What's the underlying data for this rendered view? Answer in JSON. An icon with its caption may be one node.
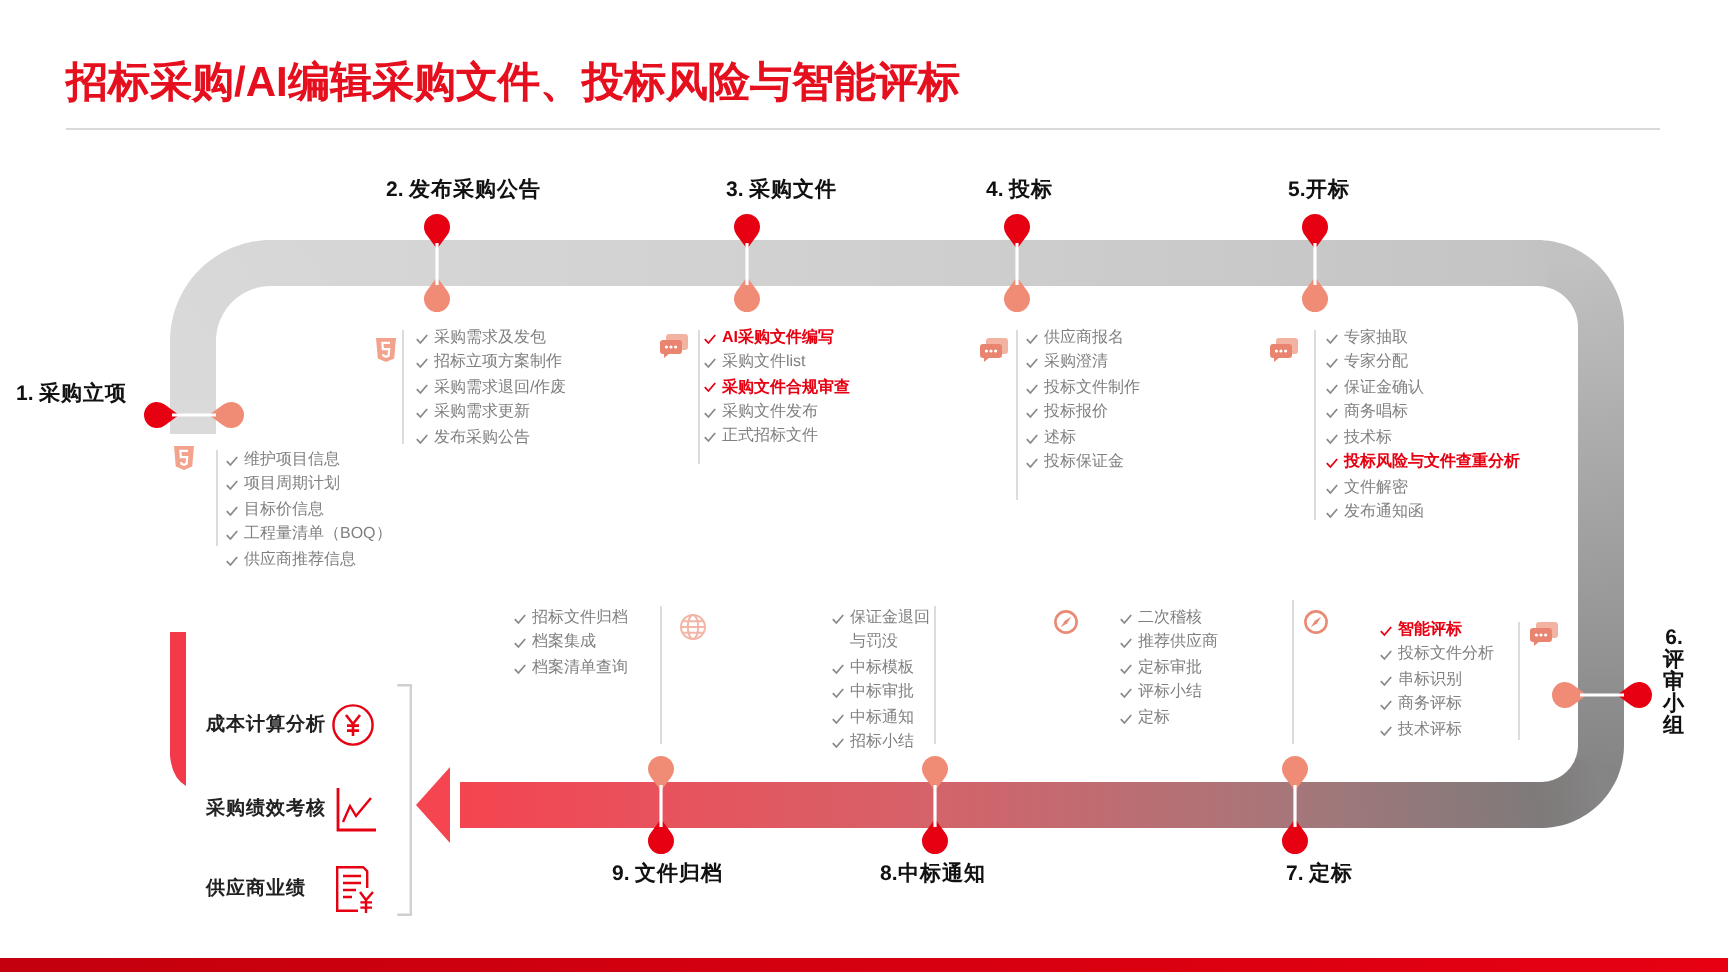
{
  "diagram": {
    "title": "招标采购/AI编辑采购文件、投标风险与智能评标",
    "nodes": [
      {
        "text": [
          "1. 采购立项",
          "维护项目信息",
          "项目周期计划",
          "目标价信息",
          "工程量清单（BOQ）",
          "供应商推荐信息"
        ]
      },
      {
        "text": [
          "2. 发布采购公告",
          "采购需求及发包",
          "招标立项方案制作",
          "采购需求退回/作废",
          "采购需求更新",
          "发布采购公告"
        ]
      },
      {
        "text": [
          "3. 采购文件",
          "AI采购文件编写",
          "采购文件list",
          "采购文件合规审查",
          "采购文件发布",
          "正式招标文件"
        ]
      },
      {
        "text": [
          "4. 投标",
          "供应商报名",
          "采购澄清",
          "投标文件制作",
          "投标报价",
          "述标",
          "投标保证金"
        ]
      },
      {
        "text": [
          "5.开标",
          "专家抽取",
          "专家分配",
          "保证金确认",
          "商务唱标",
          "技术标",
          "投标风险与文件查重分析",
          "文件解密",
          "发布通知函"
        ]
      },
      {
        "text": [
          "智能评标",
          "投标文件分析",
          "串标识别",
          "商务评标",
          "技术评标",
          "6.评审小组"
        ]
      },
      {
        "text": [
          "二次稽核",
          "推荐供应商",
          "定标审批",
          "评标小结",
          "定标",
          "7. 定标"
        ]
      },
      {
        "text": [
          "保证金退回与罚没",
          "中标模板",
          "中标审批",
          "中标通知",
          "招标小结",
          "8.中标通知"
        ]
      },
      {
        "text": [
          "招标文件归档",
          "档案集成",
          "档案清单查询",
          "9. 文件归档"
        ]
      },
      {
        "text": [],
        "shape": "bracket"
      },
      {
        "text": [
          "成本计算分析"
        ],
        "in": 9
      },
      {
        "text": [
          "采购绩效考核"
        ],
        "in": 9
      },
      {
        "text": [
          "供应商业绩"
        ],
        "in": 9
      }
    ],
    "edges": [
      {
        "from": 0,
        "to": 1,
        "arrow": "none"
      },
      {
        "from": 1,
        "to": 2,
        "arrow": "none"
      },
      {
        "from": 2,
        "to": 3,
        "arrow": "none"
      },
      {
        "from": 3,
        "to": 4,
        "arrow": "none"
      },
      {
        "from": 4,
        "to": 5,
        "arrow": "none"
      },
      {
        "from": 5,
        "to": 6,
        "arrow": "none"
      },
      {
        "from": 6,
        "to": 7,
        "arrow": "none"
      },
      {
        "from": 7,
        "to": 8,
        "arrow": "none"
      },
      {
        "from": 8,
        "to": 9,
        "arrow": "to"
      }
    ]
  }
}
